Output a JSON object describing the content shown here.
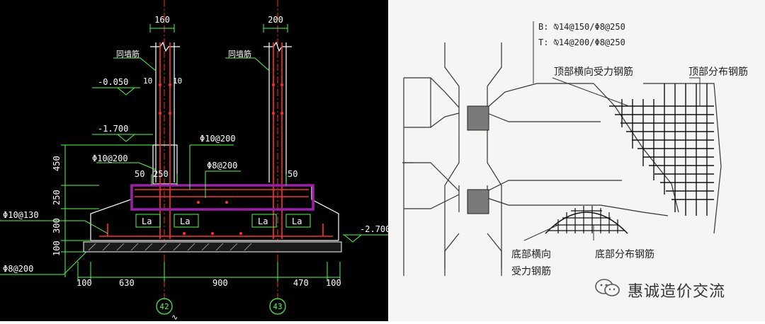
{
  "left_drawing": {
    "top_dims": [
      "160",
      "200"
    ],
    "column_tie_label_left": "同墙筋",
    "column_tie_label_right": "同墙筋",
    "small_dims": [
      "10",
      "10"
    ],
    "levels": [
      "-0.050",
      "-1.700",
      "-2.700"
    ],
    "rebar_labels": [
      "Φ10@200",
      "Φ10@200",
      "Φ8@200",
      "Φ10@130",
      "Φ8@200"
    ],
    "beam_dims": [
      "50",
      "250",
      "50"
    ],
    "vertical_dims": [
      "450",
      "250",
      "300",
      "100"
    ],
    "anchor_labels": [
      "La",
      "La",
      "La",
      "La"
    ],
    "bottom_dims": [
      "100",
      "630",
      "900",
      "470",
      "100"
    ],
    "axis_numbers": [
      "42",
      "43"
    ],
    "highlight_color": "#9b1fa8"
  },
  "right_drawing": {
    "spec_bottom": "B: ⍉14@150/Φ8@250",
    "spec_top": "T: ⍉14@200/Φ8@250",
    "label_top_transverse": "顶部横向受力钢筋",
    "label_top_distribution": "顶部分布钢筋",
    "label_bottom_transverse_1": "底部横向",
    "label_bottom_transverse_2": "受力钢筋",
    "label_bottom_distribution": "底部分布钢筋"
  },
  "watermark": {
    "text": "惠诚造价交流",
    "icon": "wechat-icon"
  }
}
